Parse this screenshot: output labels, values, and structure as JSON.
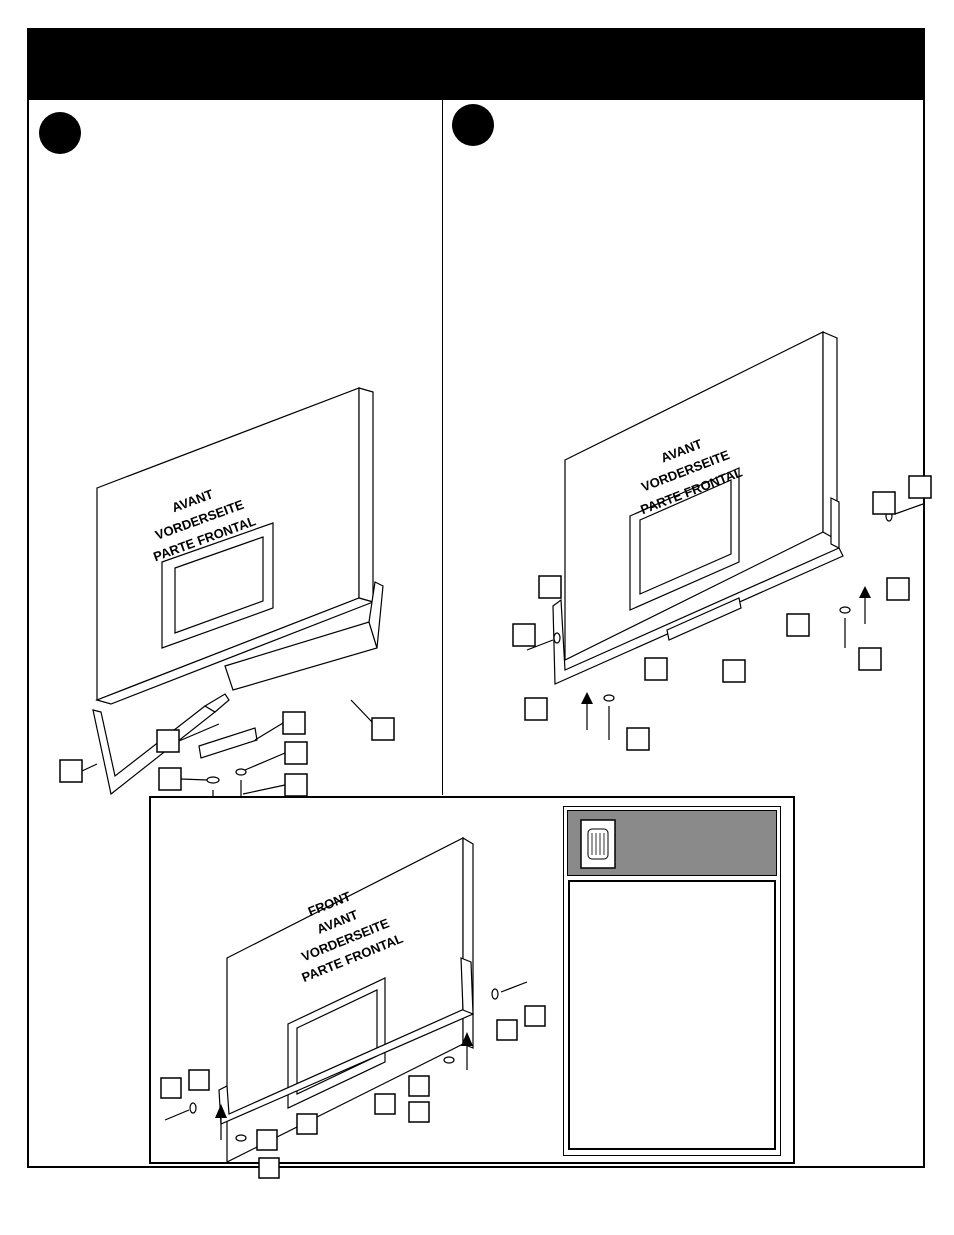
{
  "boards": {
    "step1": [
      "AVANT",
      "VORDERSEITE",
      "PARTE FRONTAL"
    ],
    "step2": [
      "AVANT",
      "VORDERSEITE",
      "PARTE FRONTAL"
    ],
    "inset": [
      "FRONT",
      "AVANT",
      "VORDERSEITE",
      "PARTE FRONTAL"
    ]
  },
  "colors": {
    "header": "#000000",
    "note_header": "#8a8a8a"
  },
  "icons": [
    "step-number-icon",
    "hardware-note-icon",
    "up-arrow-icon"
  ]
}
